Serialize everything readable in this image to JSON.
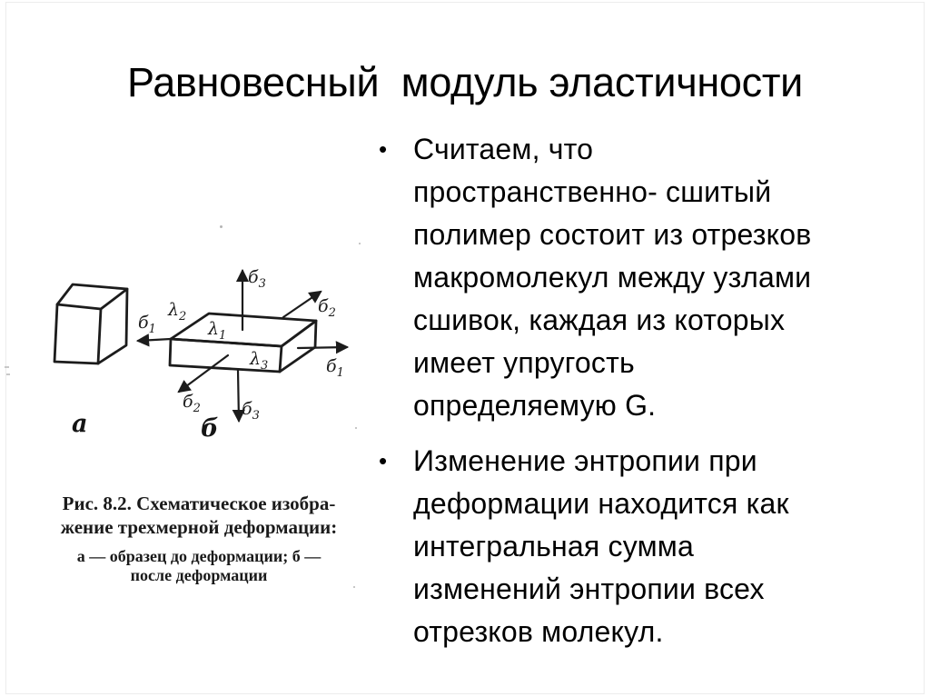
{
  "slide": {
    "title": "Равновесный  модуль эластичности",
    "bullet_char": "•",
    "bullets": [
      {
        "text": "Считаем, что\nпространственно- сшитый\nполимер состоит из отрезков\nмакромолекул между узлами\nсшивок, каждая из которых\nимеет упругость\nопределяемую  G."
      },
      {
        "text": "Изменение энтропии при\nдеформации находится как\nинтегральная сумма\nизменений энтропии всех\nотрезков молекул."
      }
    ]
  },
  "figure": {
    "labels": {
      "sigma1_left": {
        "base": "б",
        "sub": "1"
      },
      "sigma1_right": {
        "base": "б",
        "sub": "1"
      },
      "sigma2_top": {
        "base": "б",
        "sub": "2"
      },
      "sigma2_bottom": {
        "base": "б",
        "sub": "2"
      },
      "sigma3_top": {
        "base": "б",
        "sub": "3"
      },
      "sigma3_bottom": {
        "base": "б",
        "sub": "3"
      },
      "lambda1": {
        "base": "λ",
        "sub": "1"
      },
      "lambda2": {
        "base": "λ",
        "sub": "2"
      },
      "lambda3": {
        "base": "λ",
        "sub": "3"
      },
      "panel_a": "а",
      "panel_b": "б"
    },
    "caption": {
      "lines": [
        "Рис. 8.2. Схематическое изобра-",
        "жение трехмерной деформации:",
        "а — образец до деформации; б —",
        "после деформации"
      ]
    }
  },
  "colors": {
    "text": "#000000",
    "ink": "#1c1c1c",
    "frame_border": "#ececec"
  }
}
